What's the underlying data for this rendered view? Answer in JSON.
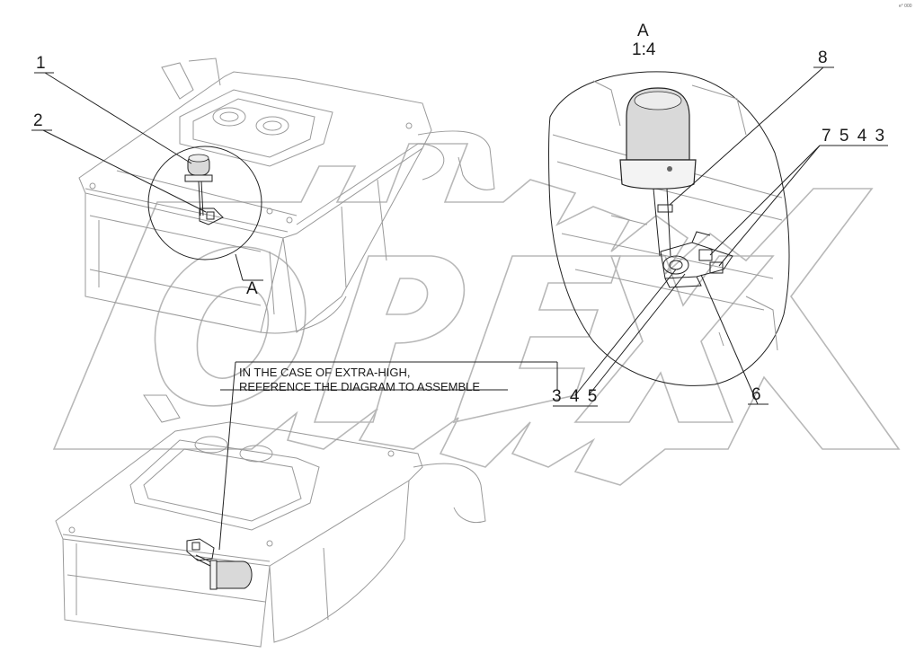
{
  "watermark": {
    "text": "OPEX",
    "color": "#b8b8b8"
  },
  "corner_mark": "e° 000",
  "detail_view": {
    "letter": "A",
    "scale": "1:4",
    "section_marker": "A"
  },
  "callouts": {
    "c1": "1",
    "c2": "2",
    "c8": "8",
    "c7543": "7 5 4 3",
    "c345": "3 4 5",
    "c6": "6"
  },
  "note": {
    "line1": "IN THE CASE OF EXTRA-HIGH,",
    "line2": "REFERENCE THE DIAGRAM TO ASSEMBLE"
  }
}
